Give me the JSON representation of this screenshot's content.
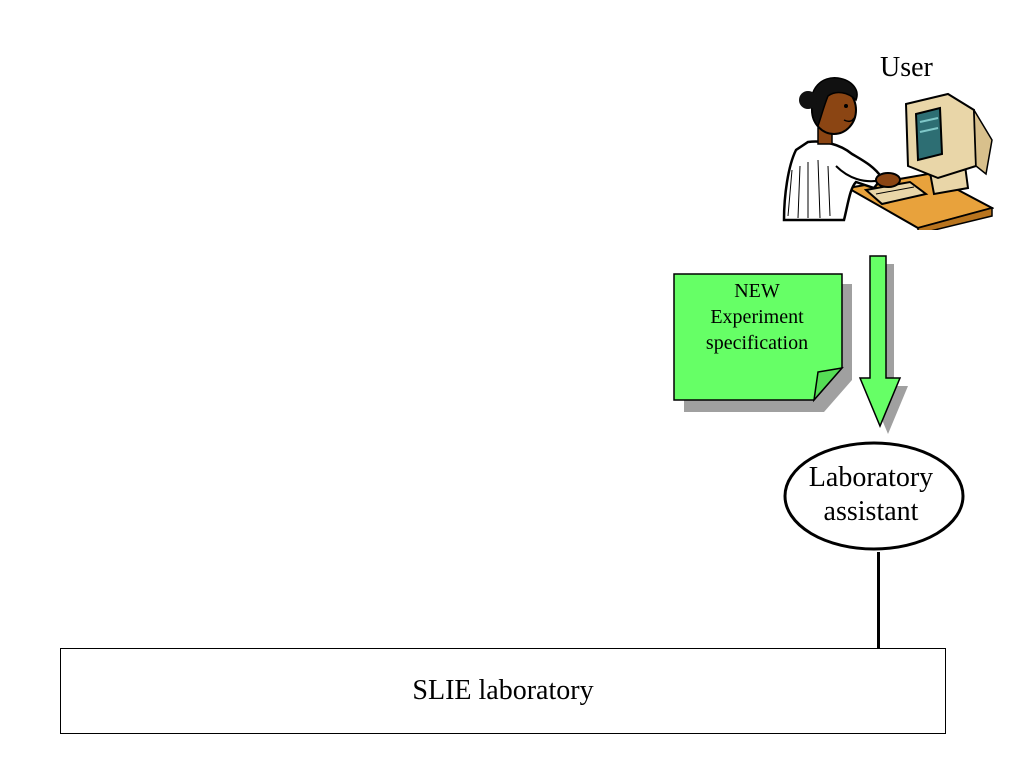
{
  "diagram": {
    "user": {
      "label": "User",
      "icon": "user-at-computer-icon"
    },
    "note": {
      "lines": [
        "NEW",
        "Experiment",
        "specification"
      ],
      "fill_color": "#66FF66",
      "shadow_color": "#A0A0A0"
    },
    "flow_arrow": {
      "fill_color": "#66FF66",
      "shadow_color": "#A0A0A0",
      "direction": "down"
    },
    "assistant": {
      "lines": [
        "Laboratory",
        "assistant"
      ]
    },
    "laboratory": {
      "label": "SLIE laboratory"
    }
  }
}
